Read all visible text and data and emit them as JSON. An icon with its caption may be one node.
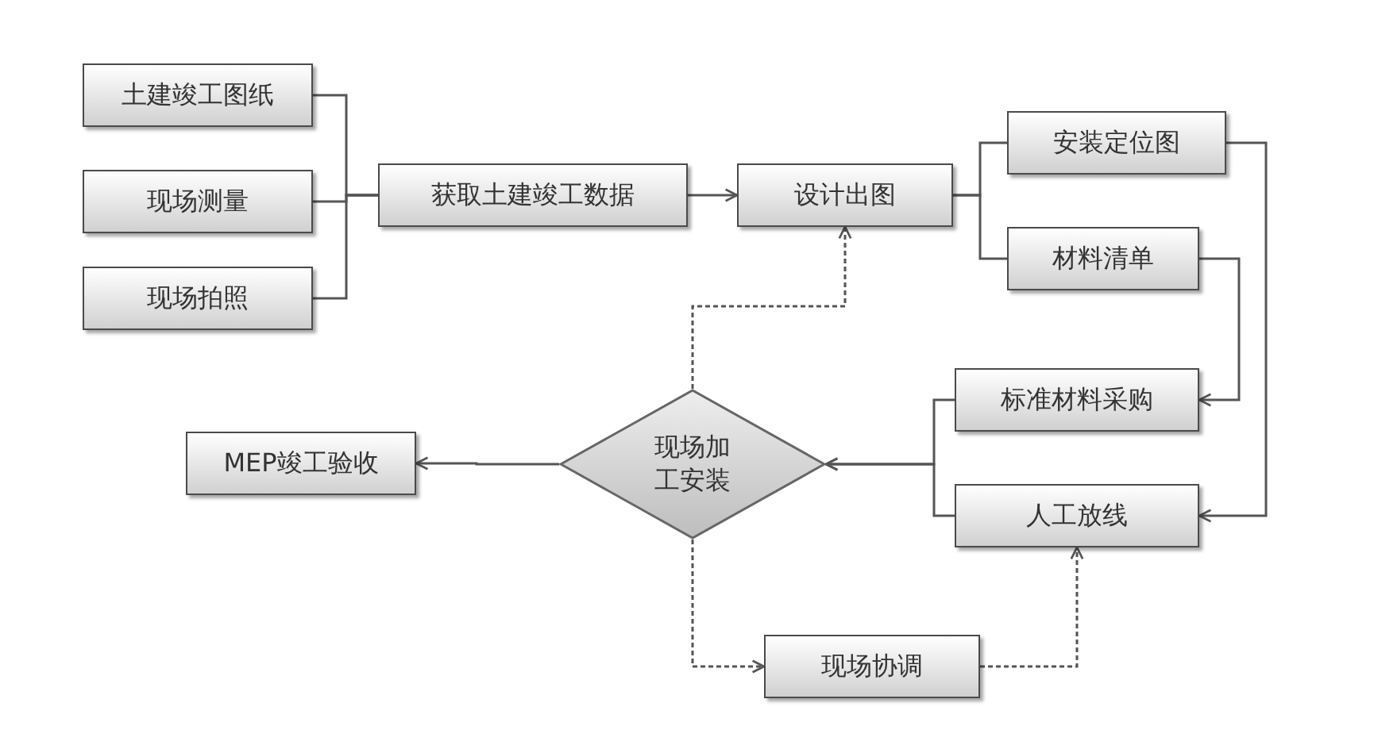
{
  "diagram": {
    "nodes": [
      {
        "text": [
          "土建竣工图纸"
        ]
      },
      {
        "text": [
          "现场测量"
        ]
      },
      {
        "text": [
          "现场拍照"
        ]
      },
      {
        "text": [
          "获取土建竣工数据"
        ]
      },
      {
        "text": [
          "设计出图"
        ]
      },
      {
        "text": [
          "安装定位图"
        ]
      },
      {
        "text": [
          "材料清单"
        ]
      },
      {
        "text": [
          "标准材料采购"
        ]
      },
      {
        "text": [
          "人工放线"
        ]
      },
      {
        "text": [
          "现场加工安装"
        ]
      },
      {
        "text": [
          "MEP竣工验收"
        ]
      },
      {
        "text": [
          "现场协调"
        ]
      }
    ],
    "edges": [
      {
        "from": 0,
        "to": 3,
        "arrow": "none"
      },
      {
        "from": 1,
        "to": 3,
        "arrow": "none"
      },
      {
        "from": 2,
        "to": 3,
        "arrow": "none"
      },
      {
        "from": 3,
        "to": 4,
        "arrow": "to"
      },
      {
        "from": 4,
        "to": 5,
        "arrow": "none"
      },
      {
        "from": 4,
        "to": 6,
        "arrow": "none"
      },
      {
        "from": 6,
        "to": 7,
        "arrow": "to"
      },
      {
        "from": 5,
        "to": 8,
        "arrow": "to"
      },
      {
        "from": 7,
        "to": 9,
        "arrow": "to"
      },
      {
        "from": 8,
        "to": 9,
        "arrow": "to"
      },
      {
        "from": 9,
        "to": 4,
        "arrow": "to",
        "style": "dashed"
      },
      {
        "from": 9,
        "to": 10,
        "arrow": "to"
      },
      {
        "from": 9,
        "to": 11,
        "arrow": "to",
        "style": "dashed"
      },
      {
        "from": 11,
        "to": 8,
        "arrow": "to",
        "style": "dashed"
      }
    ]
  }
}
